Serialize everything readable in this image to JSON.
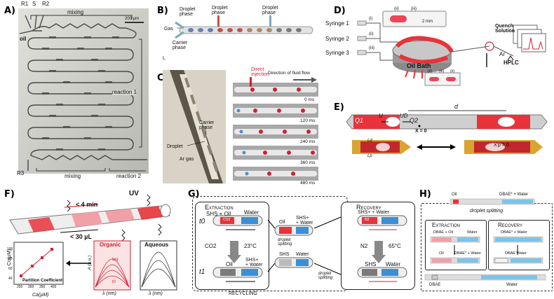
{
  "panel_labels": {
    "a": "A)",
    "b": "B)",
    "c": "C)",
    "d": "D)",
    "e": "E)",
    "f": "F)",
    "g": "G)",
    "h": "H)"
  },
  "panel_a": {
    "inlets": [
      "R1",
      "S",
      "R2"
    ],
    "oil": "oil",
    "mixing_top": "mixing",
    "scale": "200 µm",
    "reaction1": "reaction 1",
    "r3": "R3",
    "mixing_bottom": "mixing",
    "reaction2": "reaction 2"
  },
  "panel_b": {
    "droplet_phase_left": "Droplet\nphase",
    "gas": "Gas",
    "carrier_phase": "Carrier\nphase",
    "droplet_phase_mid": "Droplet\nphase",
    "droplet_phase_right": "Droplet\nphase",
    "corner": "L"
  },
  "panel_c": {
    "carrier_phase": "Carrier\nphase",
    "droplet": "Droplet",
    "ar_gas": "Ar gas",
    "direct_injection": "Direct\ninjection",
    "direction": "Direction of fluid flow",
    "times": [
      "0 ms",
      "120 ms",
      "240 ms",
      "360 ms",
      "480 ms"
    ]
  },
  "panel_d": {
    "syringes": [
      "Syringe 1",
      "Syringe 2",
      "Syringe 3"
    ],
    "ports": [
      "(i)",
      "(ii)",
      "(iii)"
    ],
    "inset_labels": [
      "(ii)",
      "(iii)"
    ],
    "scale": "2 mm",
    "oil_bath": "Oil Bath",
    "quench": "Quench\nSolution",
    "ar": "Ar",
    "hplc": "HPLC",
    "bottom_inset": [
      "(ii)",
      "(iii)",
      "(ii)"
    ]
  },
  "panel_e": {
    "d": "d",
    "q1": "Q1",
    "u": "U",
    "ud": "UD",
    "q2": "Q2",
    "x0": "X = 0",
    "ld": "Ld",
    "lp": "Lp",
    "xp0": "X'p = 0"
  },
  "panel_f": {
    "time": "< 4 min",
    "uv": "UV",
    "volume": "< 30 µL",
    "ylabel_left": "Co(µM)",
    "xlabel_left": "Ca(µM)",
    "partition": "Partition Coefficient",
    "yticks_left": [
      "40",
      "60",
      "80",
      "100"
    ],
    "xticks_left": [
      "250",
      "300",
      "350",
      "400"
    ],
    "organic": "Organic",
    "aqueous": "Aqueous",
    "absorb": "A (a.u.)",
    "lambda": "λ (nm)",
    "t_eq": "teq",
    "t0": "t0"
  },
  "panel_g": {
    "extraction": "Extraction",
    "recovery": "Recovery",
    "shs_oil": "SHS + Oil",
    "water": "Water",
    "t0": "t0",
    "co2_in": "CO2",
    "co2_arrow": "CO2",
    "temp1": "23°C",
    "shsplus_water": "SHS+\n+ Water",
    "oil": "Oil",
    "t1": "t1",
    "mid_oil": "Oil",
    "mid_shsplus": "SHS+\n+ Water",
    "splitting1": "droplet\nsplitting",
    "mid_shs": "SHS",
    "mid_water": "Water",
    "rec_shsplus": "SHS+ + Water",
    "rec_n2": "N2",
    "n2_arrow": "N2",
    "temp2": "65°C",
    "rec_shs": "SHS",
    "rec_water": "Water",
    "splitting2": "droplet\nsplitting",
    "recycling": "RECYCLING"
  },
  "panel_h": {
    "oil": "Oil",
    "dbae_water_top": "DBAE* + Water",
    "splitting": "droplet splitting",
    "extraction": "Extraction",
    "recovery": "Recovery",
    "ext_top_left": "DBAE + Oil",
    "ext_top_right": "Water",
    "rec_top_left": "DBAE* + Water",
    "ext_bottom_left": "Oil",
    "ext_bottom_right": "DBAE* + Water",
    "rec_bottom": "DBAE Water",
    "bottom_left": "DBAE",
    "bottom_right": "Water"
  },
  "colors": {
    "red": "#e8333a",
    "blue": "#3a8fd6",
    "pink": "#f2a0a8",
    "lightblue": "#7cc4e8",
    "tube": "#c9c9c9"
  }
}
